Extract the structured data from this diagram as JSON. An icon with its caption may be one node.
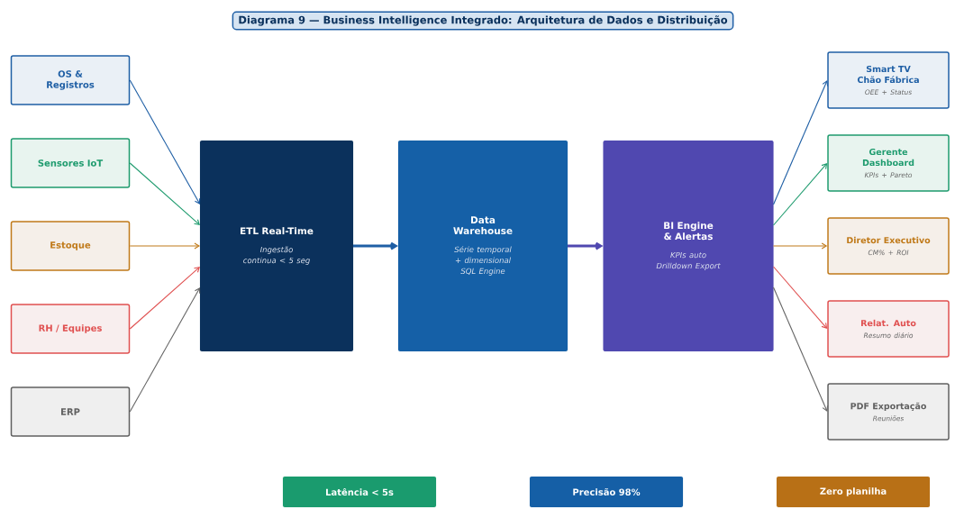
{
  "diagram": {
    "title": "Diagrama 9 — Business Intelligence Integrado: Arquitetura de Dados e Distribuição",
    "nodes": [
      {
        "text": [
          "OS & Registros"
        ]
      },
      {
        "text": [
          "Sensores IoT"
        ]
      },
      {
        "text": [
          "Estoque"
        ]
      },
      {
        "text": [
          "RH / Equipes"
        ]
      },
      {
        "text": [
          "ERP"
        ]
      },
      {
        "text": [
          "ETL Real-Time",
          "Ingestão continua < 5 seg"
        ]
      },
      {
        "text": [
          "Data Warehouse",
          "Série temporal + dimensional SQL Engine"
        ]
      },
      {
        "text": [
          "BI Engine & Alertas",
          "KPIs auto Drilldown Export"
        ]
      },
      {
        "text": [
          "Smart TV Chão Fábrica",
          "OEE + Status"
        ]
      },
      {
        "text": [
          "Gerente Dashboard",
          "KPIs + Pareto"
        ]
      },
      {
        "text": [
          "Diretor Executivo",
          "CM% + ROI"
        ]
      },
      {
        "text": [
          "Relat. Auto",
          "Resumo diário"
        ]
      },
      {
        "text": [
          "PDF Exportação",
          "Reuniões"
        ]
      },
      {
        "text": [
          "Latência < 5s"
        ]
      },
      {
        "text": [
          "Precisão 98%"
        ]
      },
      {
        "text": [
          "Zero planilha"
        ]
      }
    ],
    "edges": [
      {
        "from": 0,
        "to": 5,
        "arrow": "to",
        "color": "#1f5fa5"
      },
      {
        "from": 1,
        "to": 5,
        "arrow": "to",
        "color": "#1e9b6e"
      },
      {
        "from": 2,
        "to": 5,
        "arrow": "to",
        "color": "#c07a1a"
      },
      {
        "from": 3,
        "to": 5,
        "arrow": "to",
        "color": "#e05050"
      },
      {
        "from": 4,
        "to": 5,
        "arrow": "to",
        "color": "#666666"
      },
      {
        "from": 5,
        "to": 6,
        "arrow": "to",
        "style": "thick",
        "color": "#1f5fa5"
      },
      {
        "from": 6,
        "to": 7,
        "arrow": "to",
        "style": "thick",
        "color": "#5048b0"
      },
      {
        "from": 7,
        "to": 8,
        "arrow": "to",
        "color": "#1f5fa5"
      },
      {
        "from": 7,
        "to": 9,
        "arrow": "to",
        "color": "#1e9b6e"
      },
      {
        "from": 7,
        "to": 10,
        "arrow": "to",
        "color": "#c07a1a"
      },
      {
        "from": 7,
        "to": 11,
        "arrow": "to",
        "color": "#e05050"
      },
      {
        "from": 7,
        "to": 12,
        "arrow": "to",
        "color": "#666666"
      }
    ]
  }
}
